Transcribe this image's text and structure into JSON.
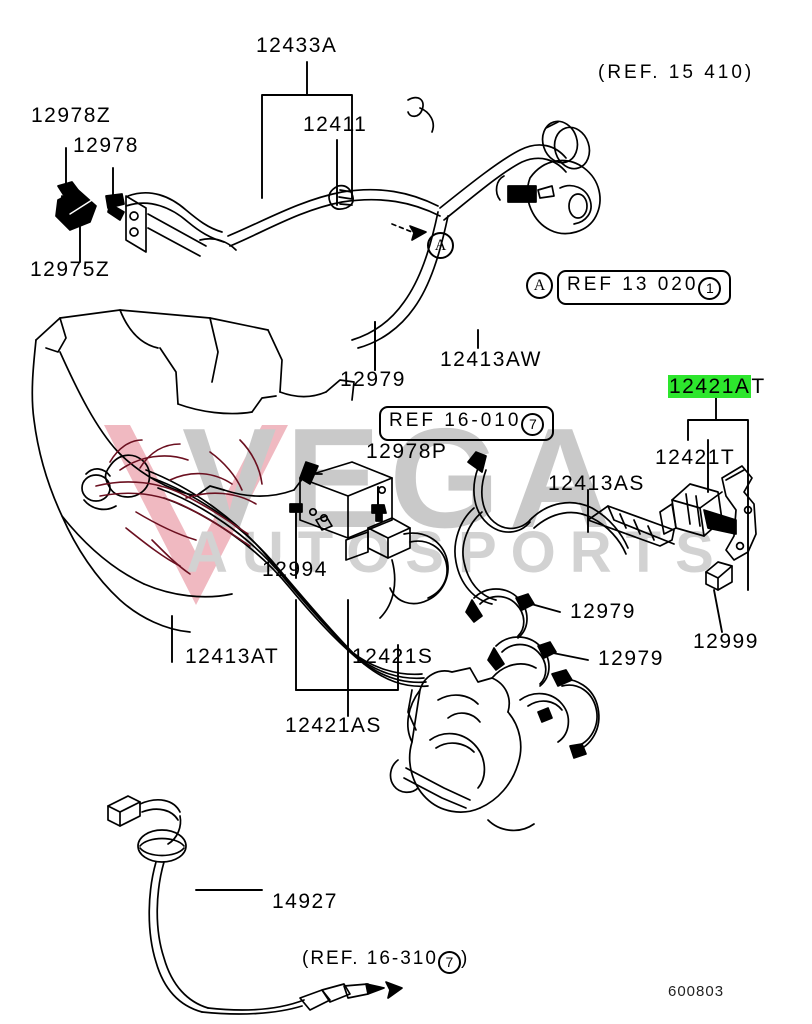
{
  "diagram": {
    "sheet_code": "600803",
    "highlight_color": "#2de62d",
    "watermark": {
      "brand": "VEGA",
      "sub": "AUTOSPORTS"
    },
    "parts": [
      {
        "id": "p12433A",
        "number": "12433A"
      },
      {
        "id": "p12411",
        "number": "12411"
      },
      {
        "id": "p12978Z",
        "number": "12978Z"
      },
      {
        "id": "p12978",
        "number": "12978"
      },
      {
        "id": "p12975Z",
        "number": "12975Z"
      },
      {
        "id": "p12979a",
        "number": "12979"
      },
      {
        "id": "p12413AW",
        "number": "12413AW"
      },
      {
        "id": "p12978P",
        "number": "12978P"
      },
      {
        "id": "p12994",
        "number": "12994"
      },
      {
        "id": "p12413AT",
        "number": "12413AT"
      },
      {
        "id": "p12421S",
        "number": "12421S"
      },
      {
        "id": "p12421AS",
        "number": "12421AS"
      },
      {
        "id": "p12413AS",
        "number": "12413AS"
      },
      {
        "id": "p12421T",
        "number": "12421T"
      },
      {
        "id": "p12999",
        "number": "12999"
      },
      {
        "id": "p12979b",
        "number": "12979"
      },
      {
        "id": "p12979c",
        "number": "12979"
      },
      {
        "id": "p14927",
        "number": "14927"
      }
    ],
    "highlighted_part": {
      "number_highlighted": "12421A",
      "number_tail": "T",
      "full": "12421AT"
    },
    "references": [
      {
        "id": "ref15410",
        "text": "(REF. 15 410)",
        "style": "plain"
      },
      {
        "id": "ref13020",
        "marker": "A",
        "text": "REF  13  020",
        "circled": "1",
        "style": "box"
      },
      {
        "id": "ref16010",
        "text": "REF  16-010",
        "circled": "7",
        "style": "box"
      },
      {
        "id": "ref16310",
        "text": "REF. 16-310",
        "circled": "7",
        "style": "paren"
      }
    ],
    "markers": [
      {
        "id": "markerA1",
        "text": "A"
      },
      {
        "id": "markerA2",
        "text": "A"
      }
    ]
  }
}
